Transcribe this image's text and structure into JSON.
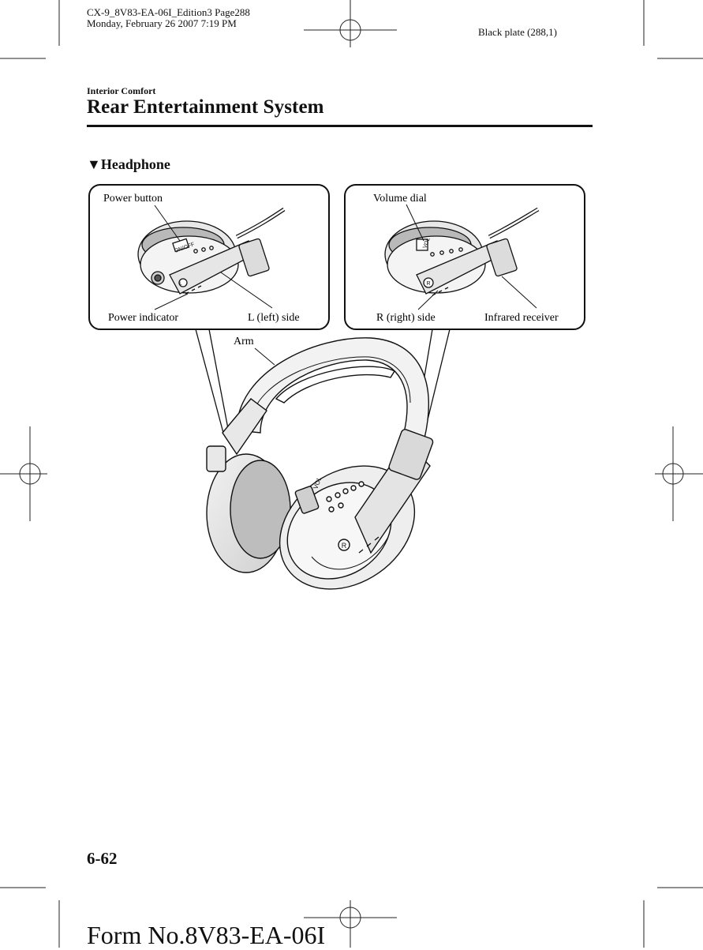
{
  "print_header": {
    "line1": "CX-9_8V83-EA-06I_Edition3 Page288",
    "line2": "Monday, February 26 2007 7:19 PM",
    "plate": "Black plate (288,1)"
  },
  "section": "Interior Comfort",
  "title": "Rear Entertainment System",
  "subsection": {
    "marker": "▼",
    "label": "Headphone"
  },
  "figure": {
    "left_panel": {
      "power_button": "Power button",
      "power_indicator": "Power indicator",
      "left_side": "L (left) side",
      "onoff_text": "ON/OFF",
      "l_mark": "L"
    },
    "right_panel": {
      "volume_dial": "Volume dial",
      "right_side": "R (right) side",
      "infrared_receiver": "Infrared receiver",
      "vol_text": "VOL",
      "r_mark": "R"
    },
    "arm": "Arm",
    "main_vol_text": "VOL",
    "main_r_mark": "R"
  },
  "page_number": "6-62",
  "form_number": "Form No.8V83-EA-06I"
}
